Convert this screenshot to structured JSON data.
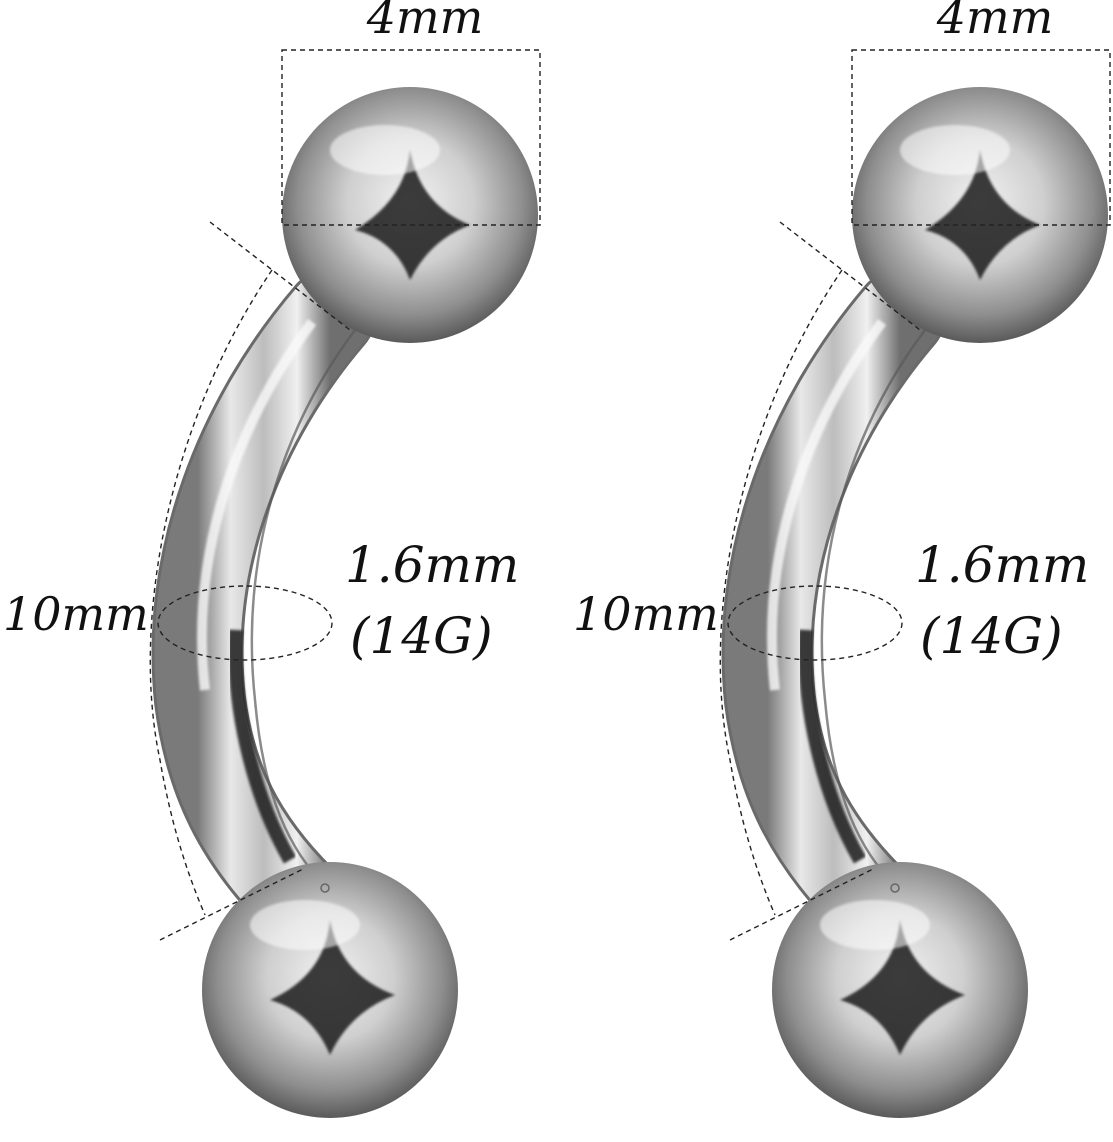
{
  "figure": {
    "background_color": "#ffffff",
    "metal_color": "#b9b9b9",
    "annotation_color": "#111111",
    "items": [
      {
        "ball_diameter_label": "4mm",
        "length_label": "10mm",
        "gauge_mm_label": "1.6mm",
        "gauge_label": "(14G)"
      },
      {
        "ball_diameter_label": "4mm",
        "length_label": "10mm",
        "gauge_mm_label": "1.6mm",
        "gauge_label": "(14G)"
      }
    ]
  }
}
